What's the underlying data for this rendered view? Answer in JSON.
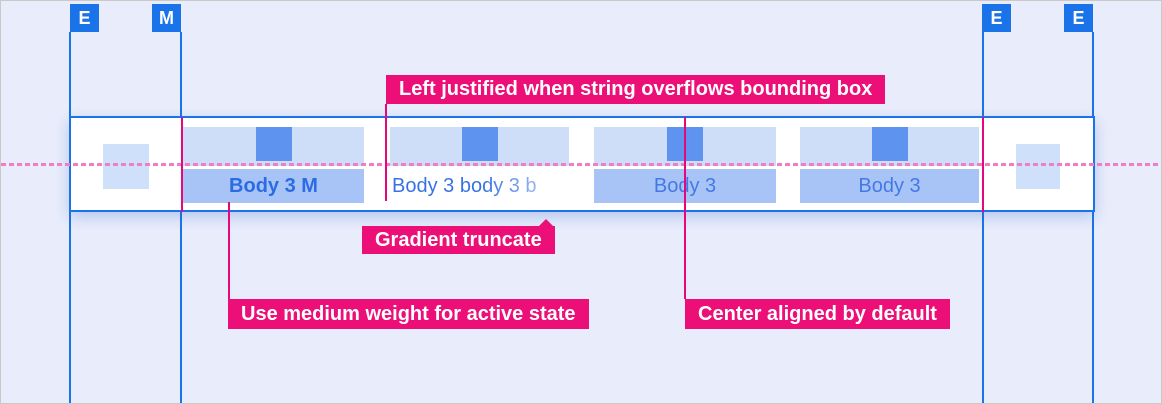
{
  "colors": {
    "blue": "#1a73e8",
    "magenta": "#ec0f77",
    "leader": "#e6077c",
    "dashed": "#ee7ec5",
    "light_block": "#cfdef8",
    "icon_block": "#5e94ef",
    "label_block": "#a8c4f7",
    "active_text": "#2b6ce4",
    "regular_text": "#4379e5",
    "fade_text": "#bdd1f7",
    "background": "#e9edfb",
    "square": "#cfe0fa"
  },
  "markers": [
    {
      "label": "E"
    },
    {
      "label": "M"
    },
    {
      "label": "E"
    },
    {
      "label": "E"
    }
  ],
  "tabs": [
    {
      "label": "Body 3 M",
      "state": "active, medium weight"
    },
    {
      "label": "Body 3 body 3 b",
      "state": "overflow, gradient truncated"
    },
    {
      "label": "Body 3",
      "state": "default, center aligned"
    },
    {
      "label": "Body 3",
      "state": "default, center aligned"
    }
  ],
  "annotations": {
    "left_justified": "Left justified when string overflows bounding box",
    "gradient_truncate": "Gradient truncate",
    "medium_weight": "Use medium weight for active state",
    "center_aligned": "Center aligned by default"
  }
}
